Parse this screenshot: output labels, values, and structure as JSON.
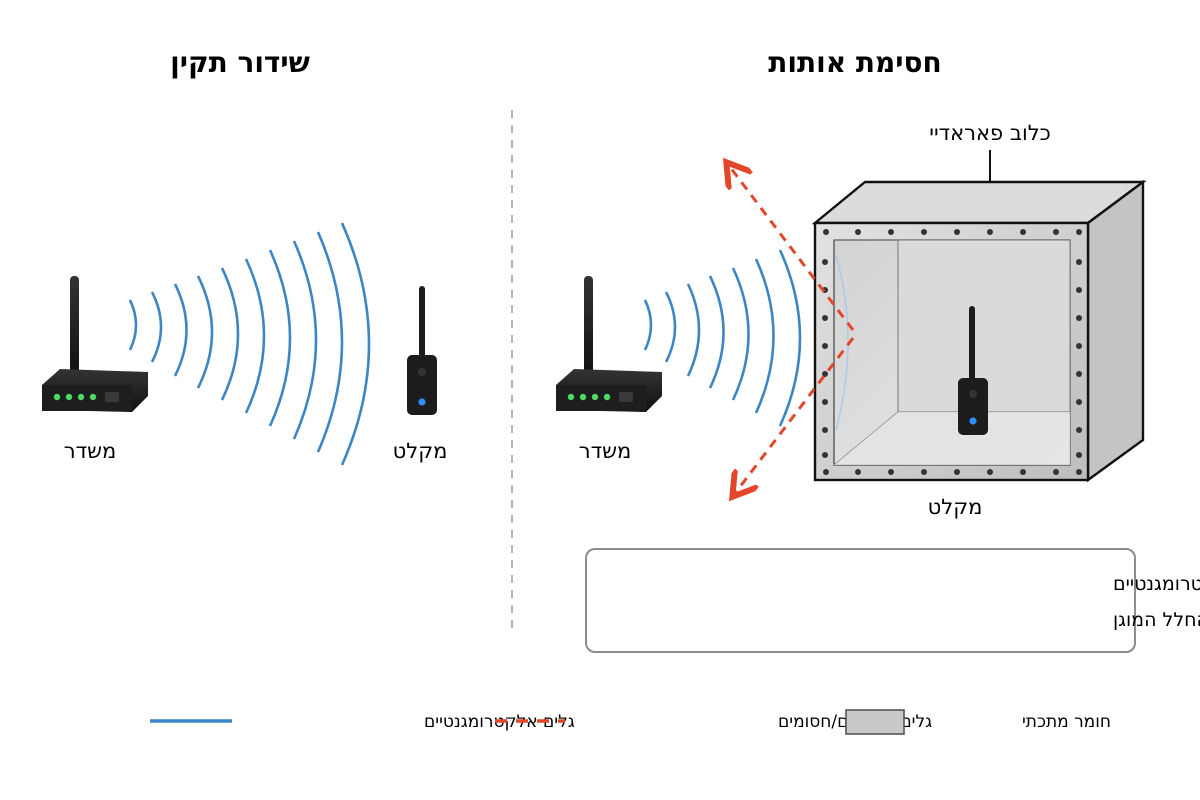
{
  "sections": {
    "normal": {
      "title": "שידור תקין",
      "router_label": "משדר",
      "receiver_label": "מקלט"
    },
    "blocking": {
      "title": "חסימת אותות",
      "router_label": "משדר",
      "receiver_label": "מקלט",
      "cage_label": "כלוב פאראדיי"
    }
  },
  "note": {
    "line1": "מבנה מתכתי סגור חוסם או מחזיר גלים אלקטרומגנטיים",
    "line2": "ומונע את מעבר האותות לתוך החלל המוגן"
  },
  "legend": {
    "em_waves": "גלים אלקטרומגנטיים",
    "reflected": "גלים מוחזרים/חסומים",
    "metal": "חומר מתכתי"
  },
  "colors": {
    "wave": "#3d86c6",
    "reflected": "#e4462c",
    "metal": "#c9c9c9",
    "led_green": "#4cd964",
    "led_blue": "#2f8fff",
    "device": "#1c1c1c"
  }
}
